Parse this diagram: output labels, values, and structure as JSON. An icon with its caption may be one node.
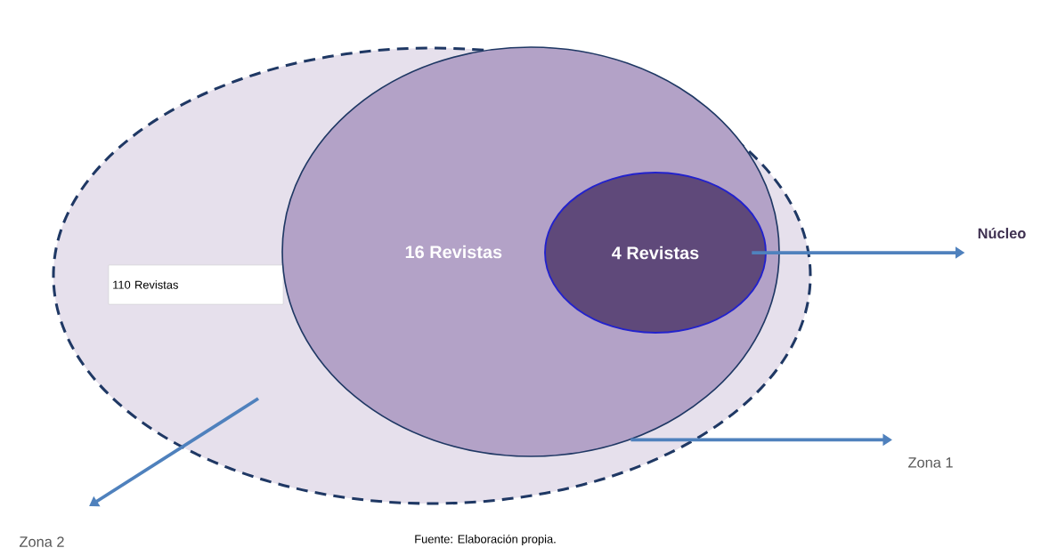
{
  "diagram": {
    "caption": "Fuente: Elaboración propia.",
    "nodes": [
      {
        "text": [],
        "shape": "ellipse"
      },
      {
        "text": [
          "110 Revistas"
        ],
        "in": 0
      },
      {
        "text": [
          "16 Revistas"
        ],
        "in": 0
      },
      {
        "text": [
          "4 Revistas"
        ],
        "in": 2
      },
      {
        "text": [
          "Núcleo"
        ]
      },
      {
        "text": [
          "Zona 1"
        ]
      },
      {
        "text": [
          "Zona 2"
        ]
      }
    ],
    "edges": [
      {
        "from": 3,
        "to": 4,
        "arrow": "to"
      },
      {
        "from": 2,
        "to": 5,
        "arrow": "to"
      },
      {
        "from": null,
        "to": 6,
        "arrow": "to"
      }
    ]
  }
}
